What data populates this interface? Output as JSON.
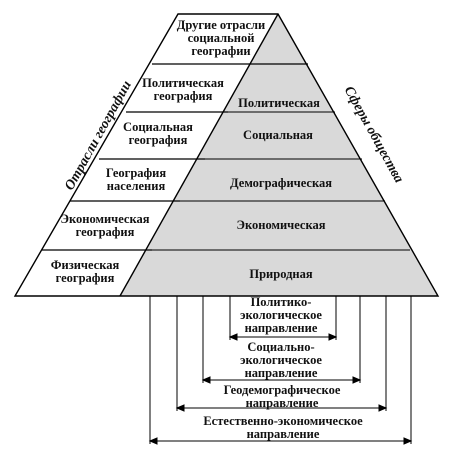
{
  "colors": {
    "line": "#000000",
    "shade": "#d9d9d9",
    "paper": "#ffffff"
  },
  "left_axis_label": "Отрасли географии",
  "right_axis_label": "Сферы общества",
  "branches": [
    "Другие отрасли\nсоциальной\nгеографии",
    "Политическая\nгеография",
    "Социальная\nгеография",
    "География\nнаселения",
    "Экономическая\nгеография",
    "Физическая\nгеография"
  ],
  "spheres": [
    "Политическая",
    "Социальная",
    "Демографическая",
    "Экономическая",
    "Природная"
  ],
  "directions": [
    "Политико-\nэкологическое\nнаправление",
    "Социально-\nэкологическое\nнаправление",
    "Геодемографическое\nнаправление",
    "Естественно-экономическое\nнаправление"
  ]
}
